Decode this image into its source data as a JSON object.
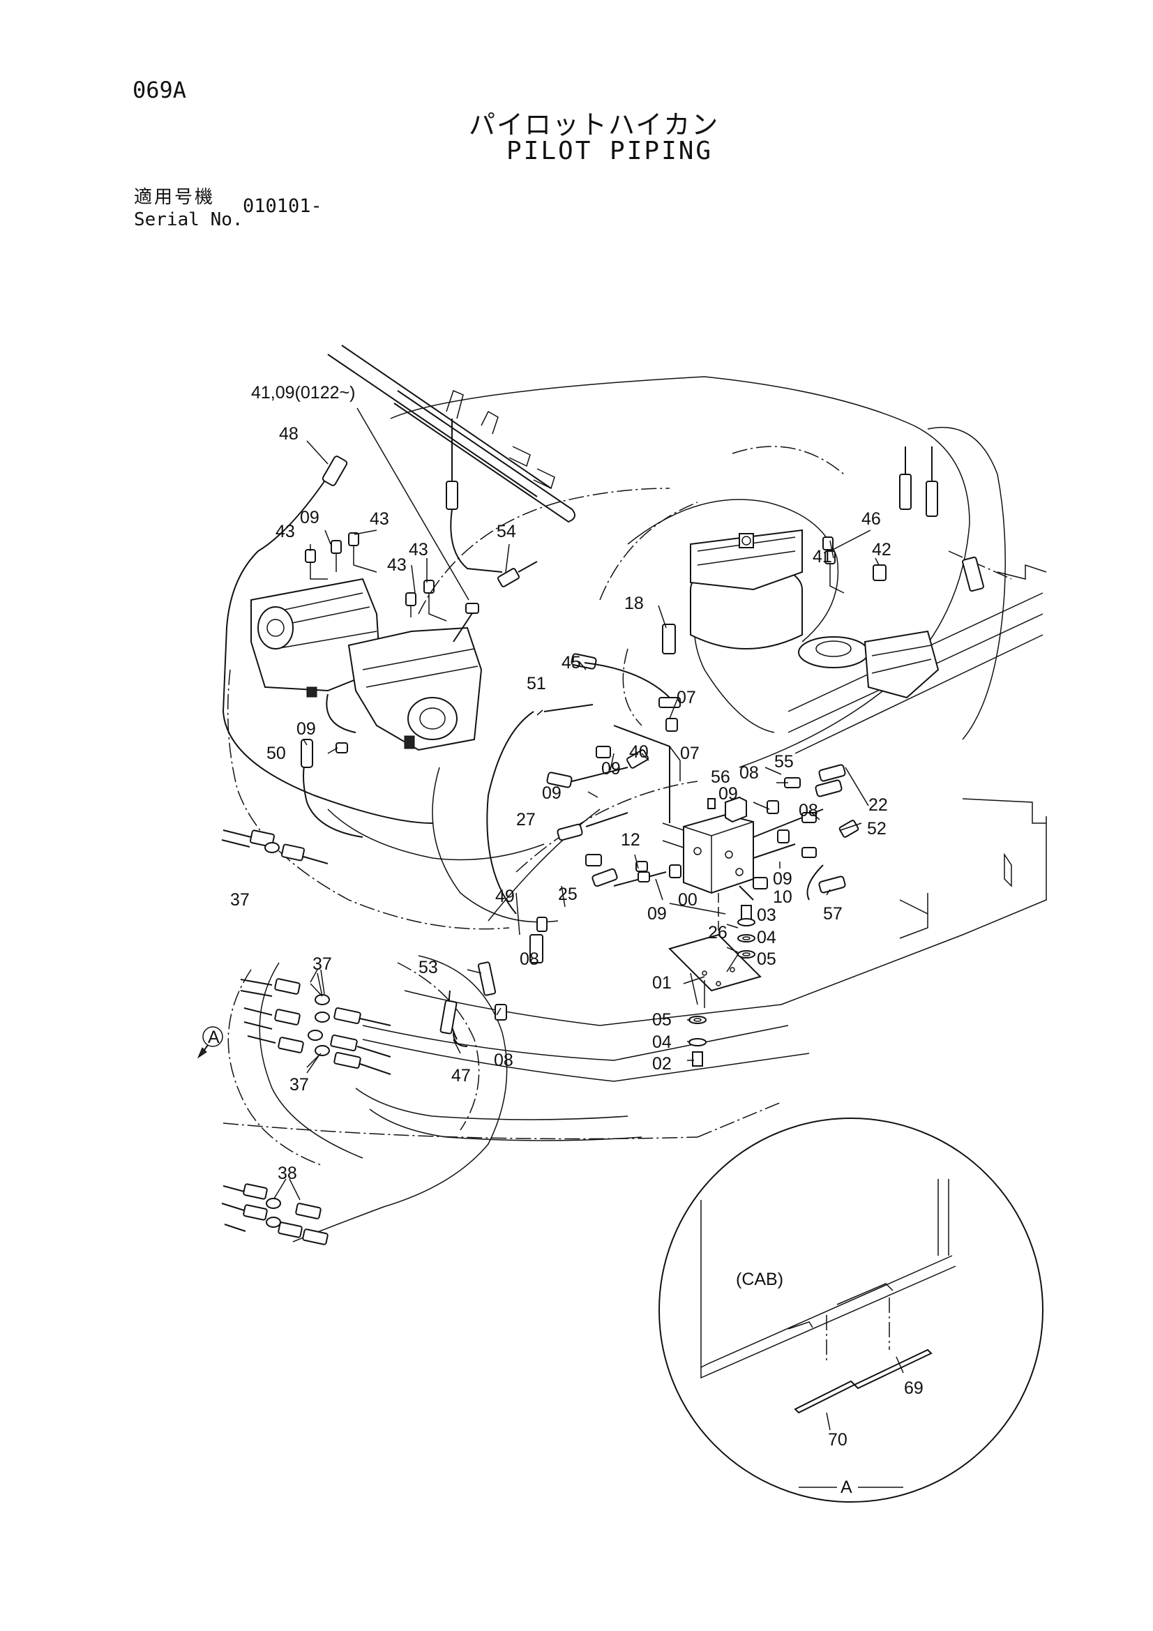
{
  "header": {
    "page_code": "069A",
    "title_jp": "パイロットハイカン",
    "title_en": "PILOT PIPING",
    "serial_label_jp": "適用号機",
    "serial_label_en": "Serial No.",
    "serial_value": "010101-"
  },
  "callouts": {
    "c_41_09": "41,09(0122~)",
    "c48": "48",
    "c09a": "09",
    "c43a": "43",
    "c43b": "43",
    "c43c": "43",
    "c43d": "43",
    "c54": "54",
    "c46": "46",
    "c41": "41",
    "c42": "42",
    "c18": "18",
    "c45": "45",
    "c51": "51",
    "c07a": "07",
    "c07b": "07",
    "c40": "40",
    "c09b": "09",
    "c50": "50",
    "c09c": "09",
    "c09d": "09",
    "c56": "56",
    "c08a": "08",
    "c55": "55",
    "c09e": "09",
    "c22": "22",
    "c27": "27",
    "c12": "12",
    "c08b": "08",
    "c52": "52",
    "c09f": "09",
    "c37a": "37",
    "c49": "49",
    "c25": "25",
    "c10": "10",
    "c00": "00",
    "c09g": "09",
    "c57": "57",
    "c03a": "03",
    "c26": "26",
    "c04a": "04",
    "c08c": "08",
    "c05a": "05",
    "c53": "53",
    "c37b": "37",
    "c01": "01",
    "c05b": "05",
    "c04b": "04",
    "c02": "02",
    "c47": "47",
    "c08d": "08",
    "c37c": "37",
    "c38": "38",
    "c69": "69",
    "c70": "70"
  },
  "markers": {
    "view_marker": "A",
    "detail_section": "A",
    "cab_label": "(CAB)"
  }
}
